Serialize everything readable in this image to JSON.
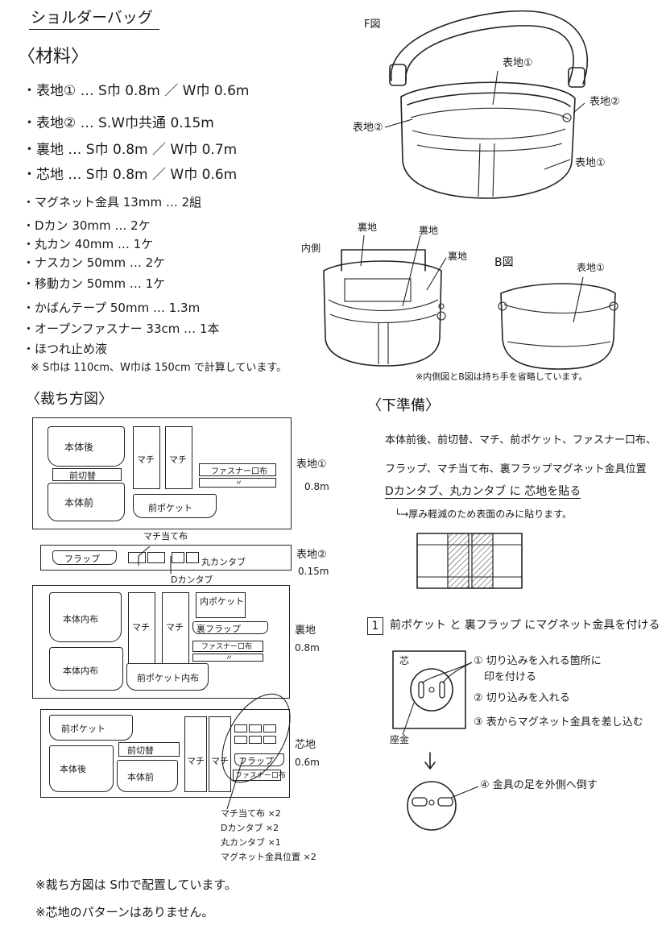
{
  "title": "ショルダーバッグ",
  "materials": {
    "heading": "〈材料〉",
    "items": [
      "・表地① … S巾 0.8m ／ W巾 0.6m",
      "・表地② … S.W巾共通 0.15m",
      "・裏地 … S巾 0.8m ／ W巾 0.7m",
      "・芯地 … S巾 0.8m ／ W巾 0.6m",
      "・マグネット金具 13mm … 2組",
      "・Dカン 30mm … 2ケ",
      "・丸カン 40mm … 1ケ",
      "・ナスカン 50mm … 2ケ",
      "・移動カン 50mm … 1ケ",
      "・かばんテープ 50mm … 1.3m",
      "・オープンファスナー 33cm … 1本",
      "・ほつれ止め液"
    ],
    "note": "※ S巾は 110cm、W巾は 150cm で計算しています。"
  },
  "views": {
    "f_label": "F図",
    "f_labels": [
      "表地①",
      "表地②",
      "表地②",
      "表地①"
    ],
    "inner_label": "内側",
    "inner_labels": [
      "裏地",
      "裏地",
      "裏地"
    ],
    "b_label": "B図",
    "b_labels": [
      "表地①"
    ],
    "note": "※内側図とB図は持ち手を省略しています。"
  },
  "cutting": {
    "heading": "〈裁ち方図〉",
    "board1": {
      "pieces": [
        "本体後",
        "前切替",
        "本体前",
        "マチ",
        "マチ",
        "ファスナー口布",
        "〃",
        "前ポケット"
      ],
      "label": [
        "表地①",
        "0.8m"
      ]
    },
    "board2": {
      "pieces": [
        "フラップ"
      ],
      "callouts": [
        "マチ当て布",
        "丸カンタブ",
        "Dカンタブ"
      ],
      "label": [
        "表地②",
        "0.15m"
      ]
    },
    "board3": {
      "pieces": [
        "本体内布",
        "マチ",
        "マチ",
        "内ポケット",
        "裏フラップ",
        "ファスナー口布",
        "〃",
        "本体内布",
        "前ポケット内布"
      ],
      "label": [
        "裏地",
        "0.8m"
      ]
    },
    "board4": {
      "pieces": [
        "前ポケット",
        "前切替",
        "本体後",
        "本体前",
        "マチ",
        "マチ",
        "フラップ",
        "ファスナー口布"
      ],
      "label": [
        "芯地",
        "0.6m"
      ],
      "list": [
        "マチ当て布 ×2",
        "Dカンタブ ×2",
        "丸カンタブ ×1",
        "マグネット金具位置 ×2"
      ]
    },
    "notes": [
      "※裁ち方図は S巾で配置しています。",
      "※芯地のパターンはありません。"
    ]
  },
  "prep": {
    "heading": "〈下準備〉",
    "lines": [
      "本体前後、前切替、マチ、前ポケット、ファスナー口布、",
      "フラップ、マチ当て布、裏フラップマグネット金具位置",
      "Dカンタブ、丸カンタブ に 芯地を貼る"
    ],
    "sub": "└→厚み軽減のため表面のみに貼ります。"
  },
  "step1": {
    "number": "1",
    "title": "前ポケット と 裏フラップ にマグネット金具を付ける",
    "shin": "芯",
    "zagane": "座金",
    "steps": [
      "① 切り込みを入れる箇所に",
      "　印を付ける",
      "② 切り込みを入れる",
      "③ 表からマグネット金具を差し込む",
      "④ 金具の足を外側へ倒す"
    ]
  }
}
